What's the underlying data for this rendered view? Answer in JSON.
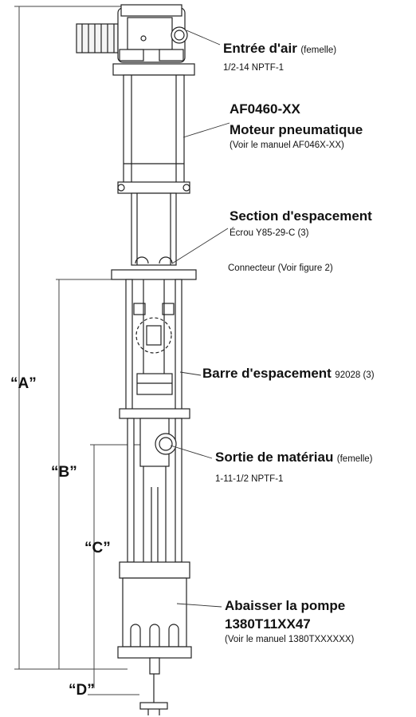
{
  "dimensions": {
    "A": "“A”",
    "B": "“B”",
    "C": "“C”",
    "D": "“D”"
  },
  "callouts": {
    "air_inlet": {
      "title": "Entrée d'air",
      "qualifier": "(femelle)",
      "spec": "1/2-14 NPTF-1"
    },
    "motor": {
      "model": "AF0460-XX",
      "title": "Moteur pneumatique",
      "note": "(Voir le manuel AF046X-XX)"
    },
    "spacer_section": {
      "title": "Section d'espacement",
      "nut": "Écrou Y85-29-C (3)"
    },
    "connector": {
      "text": "Connecteur (Voir figure 2)"
    },
    "spacer_bar": {
      "title": "Barre d'espacement",
      "part": "92028 (3)"
    },
    "material_outlet": {
      "title": "Sortie de matériau",
      "qualifier": "(femelle)",
      "spec": "1-11-1/2 NPTF-1"
    },
    "lower_pump": {
      "title": "Abaisser la pompe",
      "model": "1380T11XX47",
      "note": "(Voir le manuel 1380TXXXXXX)"
    }
  }
}
